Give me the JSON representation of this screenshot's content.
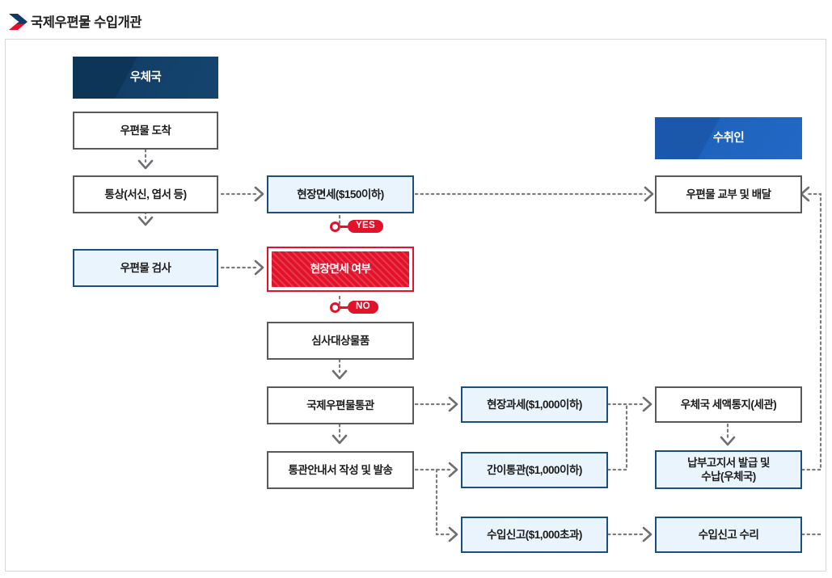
{
  "page": {
    "title": "국제우편물 수입개관",
    "title_icon": "double-chevron-arrow-icon"
  },
  "colors": {
    "navy_header": "#0d3558",
    "bright_header": "#1b58ac",
    "box_blue_border": "#1b4f80",
    "box_blue_fill": "#eaf4fc",
    "box_grey_border": "#59595b",
    "accent_red": "#e2122b",
    "frame_border": "#d8d8d8"
  },
  "lanes": [
    {
      "id": "post-office",
      "label": "우체국",
      "style": "navy"
    },
    {
      "id": "recipient",
      "label": "수취인",
      "style": "bright"
    }
  ],
  "nodes": {
    "post_office_header": {
      "label": "우체국",
      "style": "header-navy"
    },
    "mail_arrival": {
      "label": "우편물 도착",
      "style": "white"
    },
    "ordinary_mail": {
      "label": "통상(서신, 엽서 등)",
      "style": "white"
    },
    "mail_inspection": {
      "label": "우편물 검사",
      "style": "blue"
    },
    "onsite_exemption": {
      "label": "현장면세($150이하)",
      "style": "blue"
    },
    "exemption_decision": {
      "label": "현장면세 여부",
      "style": "red"
    },
    "review_target": {
      "label": "심사대상물품",
      "style": "white"
    },
    "intl_mail_clearance": {
      "label": "국제우편물통관",
      "style": "white"
    },
    "clearance_notice": {
      "label": "통관안내서 작성 및 발송",
      "style": "white"
    },
    "onsite_taxation": {
      "label": "현장과세($1,000이하)",
      "style": "blue"
    },
    "simple_clearance": {
      "label": "간이통관($1,000이하)",
      "style": "blue"
    },
    "import_declaration": {
      "label": "수입신고($1,000초과)",
      "style": "blue"
    },
    "recipient_header": {
      "label": "수취인",
      "style": "header-bright"
    },
    "mail_delivery": {
      "label": "우편물 교부 및 배달",
      "style": "white"
    },
    "tax_notice": {
      "label": "우체국 세액통지(세관)",
      "style": "white"
    },
    "payment_notice": {
      "label": "납부고지서 발급 및\n수납(우체국)",
      "style": "blue"
    },
    "declaration_accept": {
      "label": "수입신고 수리",
      "style": "blue"
    }
  },
  "branches": {
    "yes": {
      "label": "YES"
    },
    "no": {
      "label": "NO"
    }
  }
}
